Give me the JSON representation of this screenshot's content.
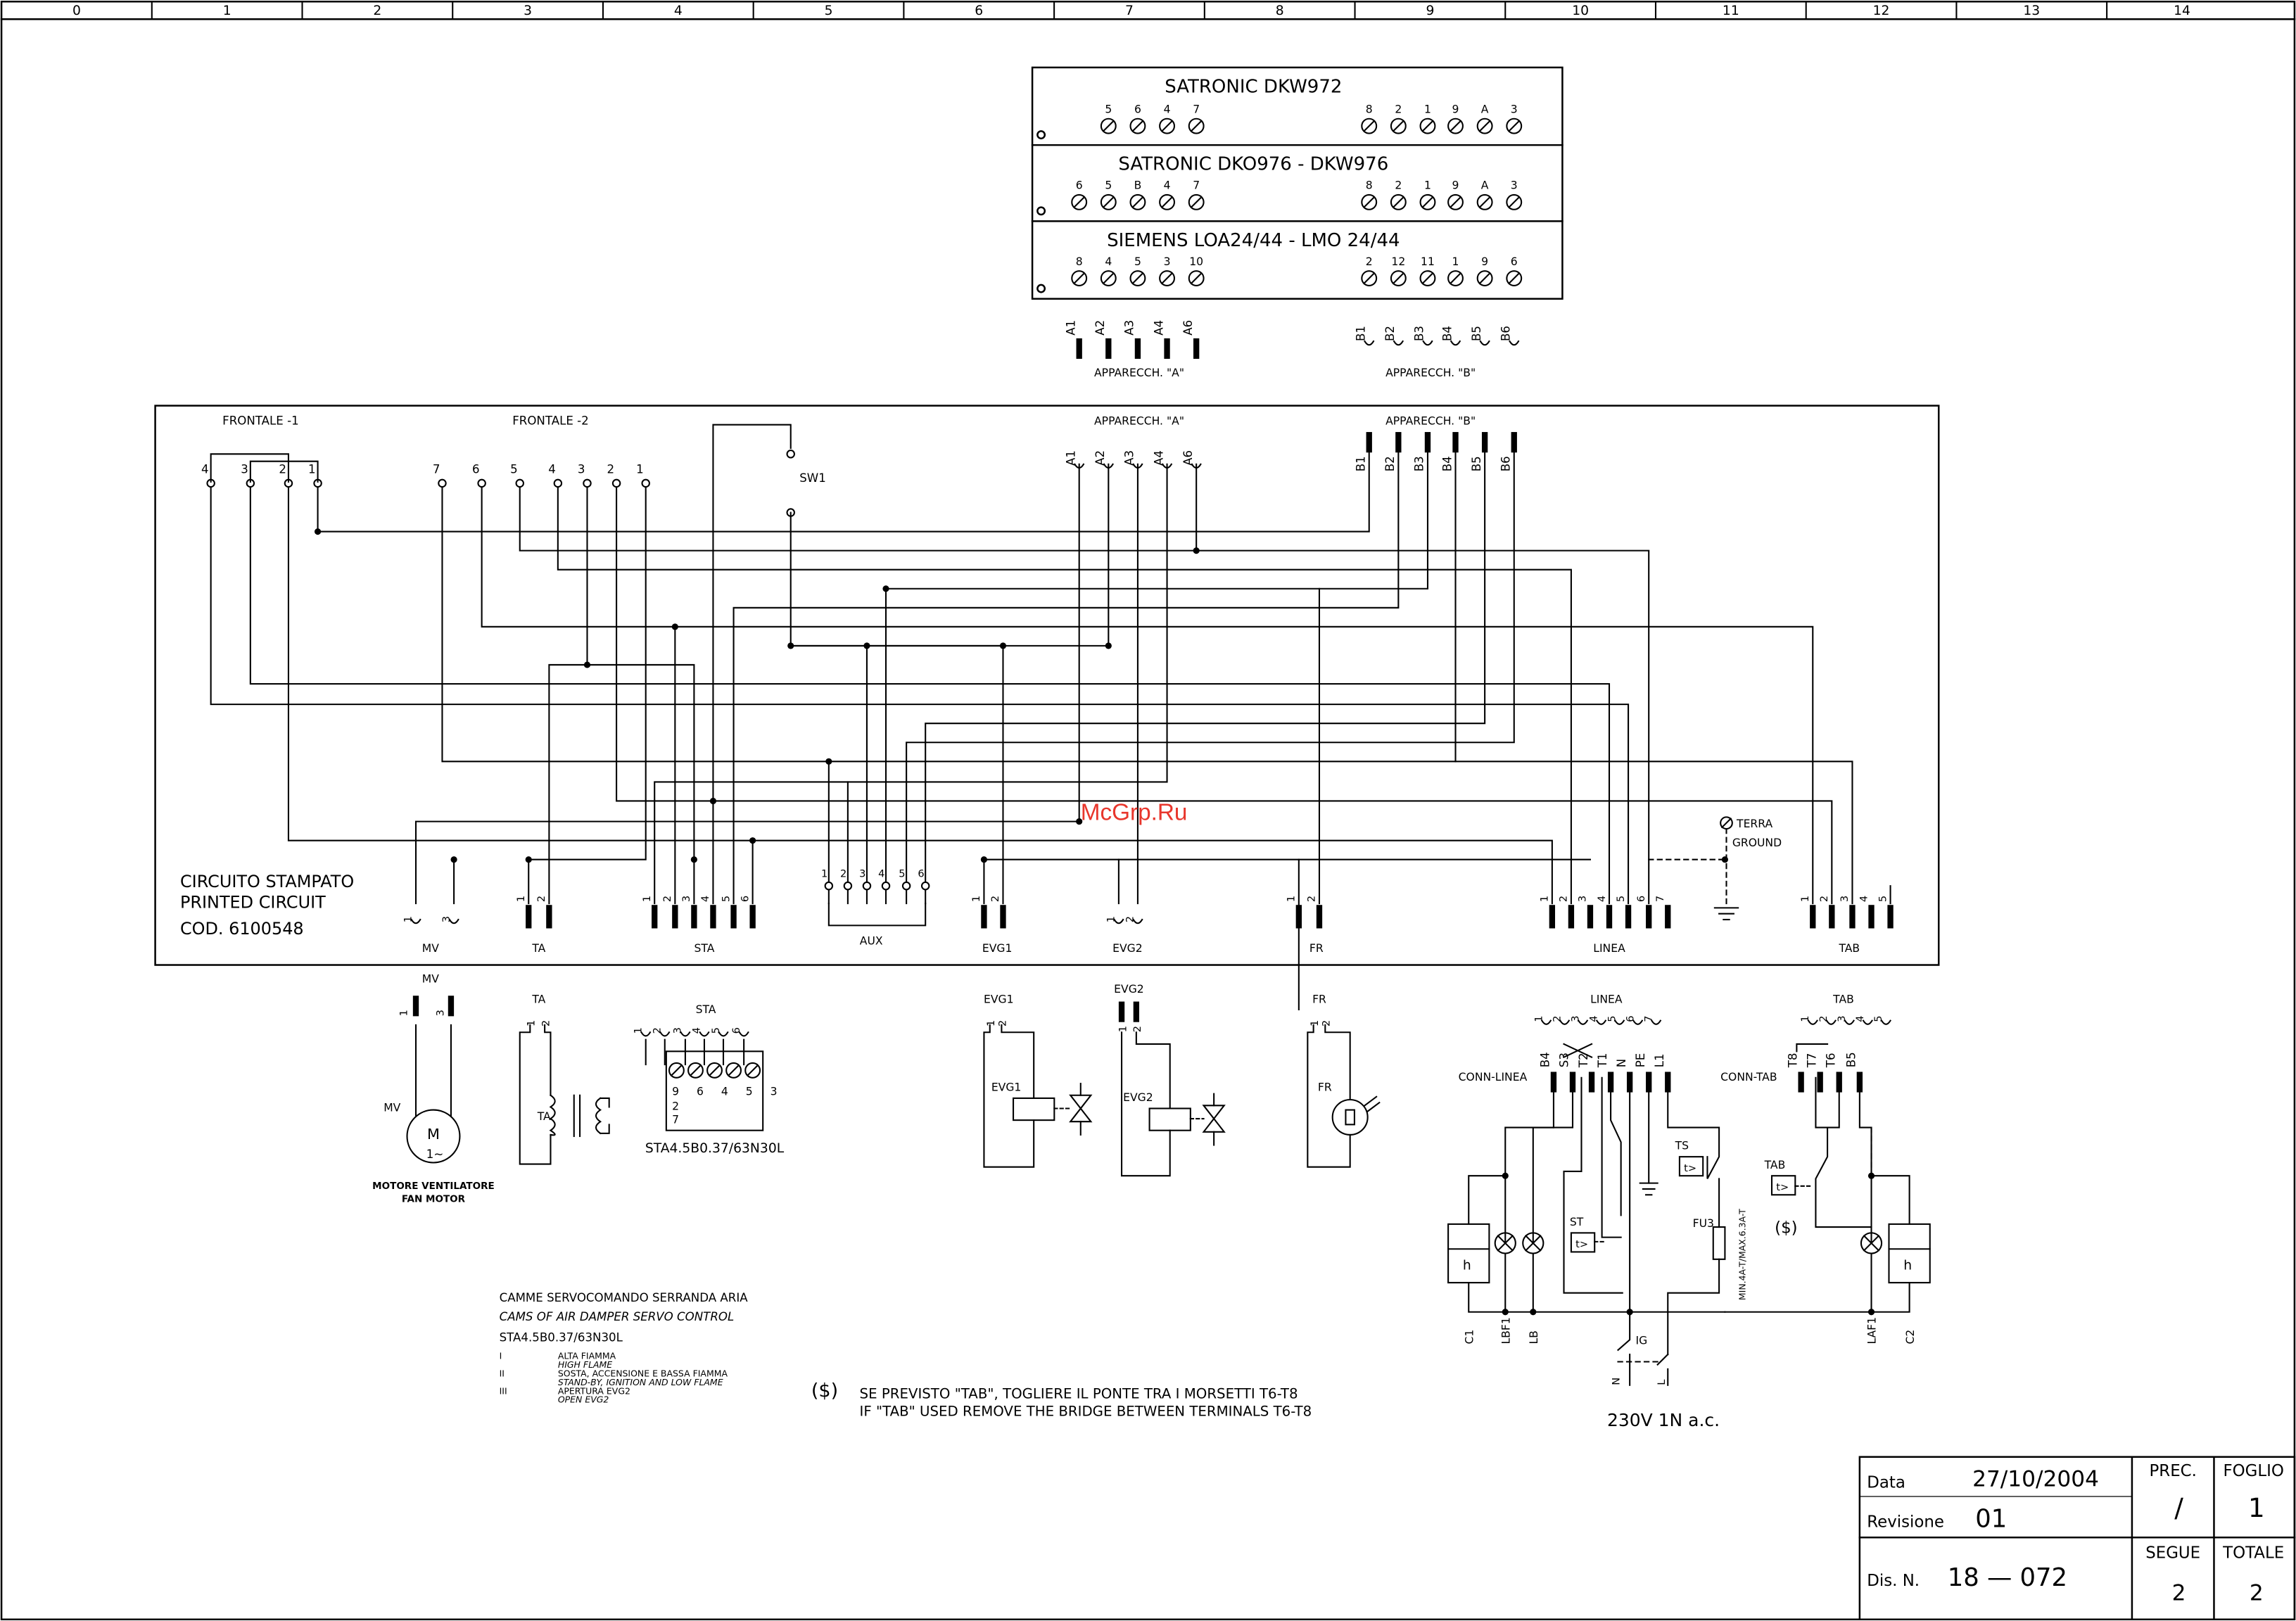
{
  "ruler": {
    "columns": [
      "0",
      "1",
      "2",
      "3",
      "4",
      "5",
      "6",
      "7",
      "8",
      "9",
      "10",
      "11",
      "12",
      "13",
      "14"
    ]
  },
  "relay_block": {
    "rows": [
      {
        "title": "SATRONIC DKW972",
        "left_terms": [
          "5",
          "6",
          "4",
          "7"
        ],
        "right_terms": [
          "8",
          "2",
          "1",
          "9",
          "A",
          "3"
        ]
      },
      {
        "title": "SATRONIC DKO976 - DKW976",
        "left_terms": [
          "6",
          "5",
          "B",
          "4",
          "7"
        ],
        "right_terms": [
          "8",
          "2",
          "1",
          "9",
          "A",
          "3"
        ]
      },
      {
        "title": "SIEMENS LOA24/44 - LMO 24/44",
        "left_terms": [
          "8",
          "4",
          "5",
          "3",
          "10"
        ],
        "right_terms": [
          "2",
          "12",
          "11",
          "1",
          "9",
          "6"
        ]
      }
    ],
    "pins_a": [
      "A1",
      "A2",
      "A3",
      "A4",
      "A6"
    ],
    "pins_b": [
      "B1",
      "B2",
      "B3",
      "B4",
      "B5",
      "B6"
    ],
    "label_a": "APPARECCH. \"A\"",
    "label_b": "APPARECCH. \"B\""
  },
  "board": {
    "frontale1": {
      "label": "FRONTALE -1",
      "terms": [
        "4",
        "3",
        "2",
        "1"
      ]
    },
    "frontale2": {
      "label": "FRONTALE -2",
      "terms": [
        "7",
        "6",
        "5",
        "4",
        "3",
        "2",
        "1"
      ]
    },
    "sw1": "SW1",
    "app_a_label": "APPARECCH. \"A\"",
    "app_b_label": "APPARECCH. \"B\"",
    "pins_a": [
      "A1",
      "A2",
      "A3",
      "A4",
      "A6"
    ],
    "pins_b": [
      "B1",
      "B2",
      "B3",
      "B4",
      "B5",
      "B6"
    ],
    "caption": [
      "CIRCUITO STAMPATO",
      "PRINTED CIRCUIT",
      "COD. 6100548"
    ],
    "terra": [
      "TERRA",
      "GROUND"
    ],
    "connectors": {
      "mv": {
        "label": "MV",
        "pins": [
          "1",
          "3"
        ]
      },
      "ta": {
        "label": "TA",
        "pins": [
          "1",
          "2"
        ]
      },
      "sta": {
        "label": "STA",
        "pins": [
          "1",
          "2",
          "3",
          "4",
          "5",
          "6"
        ]
      },
      "aux": {
        "label": "AUX",
        "pins": [
          "1",
          "2",
          "3",
          "4",
          "5",
          "6"
        ]
      },
      "evg1": {
        "label": "EVG1",
        "pins": [
          "1",
          "2"
        ]
      },
      "evg2": {
        "label": "EVG2",
        "pins": [
          "1",
          "2"
        ]
      },
      "fr": {
        "label": "FR",
        "pins": [
          "1",
          "2"
        ]
      },
      "linea": {
        "label": "LINEA",
        "pins": [
          "1",
          "2",
          "3",
          "4",
          "5",
          "6",
          "7"
        ]
      },
      "tab": {
        "label": "TAB",
        "pins": [
          "1",
          "2",
          "3",
          "4",
          "5"
        ]
      }
    }
  },
  "components": {
    "mv": {
      "label": "MV",
      "pins": [
        "1",
        "3"
      ],
      "motor_tag": "MV",
      "motor_symbol": "M",
      "motor_phase": "1~",
      "caption": [
        "MOTORE VENTILATORE",
        "FAN MOTOR"
      ]
    },
    "ta": {
      "label": "TA",
      "pins": [
        "1",
        "2"
      ],
      "inner": "TA"
    },
    "sta": {
      "label": "STA",
      "pins": [
        "1",
        "2",
        "3",
        "4",
        "5",
        "6"
      ],
      "terms": [
        "9",
        "6",
        "4",
        "5",
        "3"
      ],
      "extra": [
        "2",
        "7"
      ],
      "code": "STA4.5B0.37/63N30L"
    },
    "evg1": {
      "label": "EVG1",
      "pins": [
        "1",
        "2"
      ],
      "inner": "EVG1"
    },
    "evg2": {
      "label": "EVG2",
      "pins": [
        "1",
        "2"
      ],
      "inner": "EVG2"
    },
    "fr": {
      "label": "FR",
      "pins": [
        "1",
        "2"
      ],
      "inner": "FR"
    },
    "linea": {
      "label": "LINEA",
      "pins": [
        "1",
        "2",
        "3",
        "4",
        "5",
        "6",
        "7"
      ],
      "conn_label": "CONN-LINEA",
      "conn_pins": [
        "B4",
        "S3",
        "T2",
        "T1",
        "N",
        "PE",
        "L1"
      ]
    },
    "tab": {
      "label": "TAB",
      "pins": [
        "1",
        "2",
        "3",
        "4",
        "5"
      ],
      "conn_label": "CONN-TAB",
      "conn_pins": [
        "T8",
        "T7",
        "T6",
        "B5"
      ],
      "switch_label": "TAB"
    },
    "ts": "TS",
    "st": "ST",
    "fu3": "FU3",
    "fuse_rating": "MIN.4A-T/MAX.6.3A-T",
    "h": "h",
    "t_sym": "t>",
    "dollar": "($)",
    "bottom_labels": [
      "C1",
      "LBF1",
      "LB",
      "LAF1",
      "C2"
    ],
    "ig": "IG",
    "n": "N",
    "l": "L",
    "supply": "230V 1N a.c."
  },
  "cams": {
    "title": "CAMME  SERVOCOMANDO SERRANDA ARIA",
    "title_en": "CAMS OF  AIR DAMPER SERVO CONTROL",
    "code": "STA4.5B0.37/63N30L",
    "items": [
      {
        "num": "I",
        "it": "ALTA FIAMMA",
        "en": "HIGH FLAME"
      },
      {
        "num": "II",
        "it": "SOSTA, ACCENSIONE E BASSA FIAMMA",
        "en": "STAND-BY, IGNITION AND LOW FLAME"
      },
      {
        "num": "III",
        "it": "APERTURA EVG2",
        "en": "OPEN EVG2"
      }
    ]
  },
  "note": {
    "symbol": "($)",
    "it": "SE PREVISTO \"TAB\", TOGLIERE IL PONTE TRA I MORSETTI T6-T8",
    "en": "IF \"TAB\" USED REMOVE THE BRIDGE BETWEEN TERMINALS T6-T8"
  },
  "watermark": "McGrp.Ru",
  "title_block": {
    "data_label": "Data",
    "data_value": "27/10/2004",
    "rev_label": "Revisione",
    "rev_value": "01",
    "dis_label": "Dis. N.",
    "dis_value": "18  —  072",
    "prec_label": "PREC.",
    "prec_value": "/",
    "foglio_label": "FOGLIO",
    "foglio_value": "1",
    "segue_label": "SEGUE",
    "segue_value": "2",
    "totale_label": "TOTALE",
    "totale_value": "2"
  }
}
